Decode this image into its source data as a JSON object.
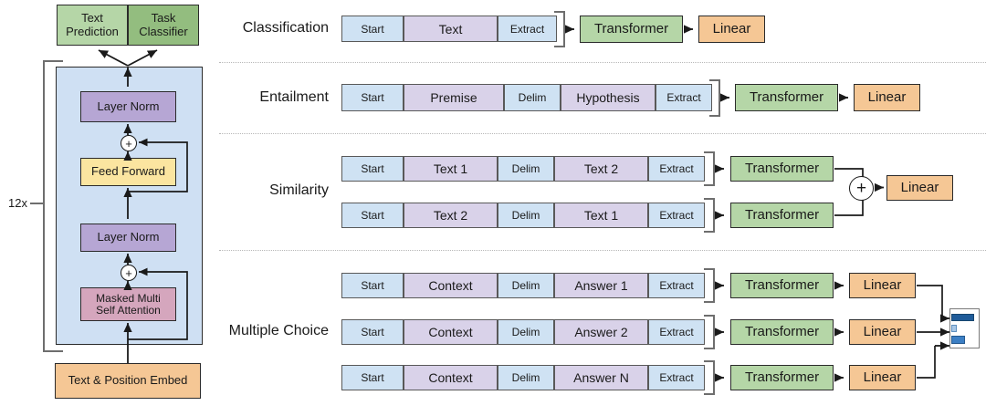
{
  "figure": {
    "title": "GPT input transformations and transformer architecture",
    "colors": {
      "green_light": "#b5d6a7",
      "green_dark": "#93bd7f",
      "purple": "#b6a6d4",
      "purple_light": "#d9d2e9",
      "yellow": "#fbe5a0",
      "pink": "#d5a6bd",
      "orange": "#f5c795",
      "blue_light": "#cfe2f3",
      "blue_panel": "#cfe0f3",
      "bar_dark": "#1f5b99",
      "bar_mid": "#3c7fc4",
      "bar_pale": "#a7c7e7",
      "stroke": "#2b2b2b"
    }
  },
  "architecture": {
    "heads": [
      {
        "label": "Text\nPrediction",
        "line1": "Text",
        "line2": "Prediction",
        "color": "green_light"
      },
      {
        "label": "Task\nClassifier",
        "line1": "Task",
        "line2": "Classifier",
        "color": "green_dark"
      }
    ],
    "repeat_label": "12x",
    "blocks": [
      {
        "label": "Layer Norm",
        "color": "purple"
      },
      {
        "label": "Feed Forward",
        "color": "yellow"
      },
      {
        "label": "Layer Norm",
        "color": "purple"
      },
      {
        "line1": "Masked Multi",
        "line2": "Self Attention",
        "color": "pink"
      }
    ],
    "embedding": {
      "label": "Text & Position Embed",
      "color": "orange"
    },
    "residual_symbol": "+"
  },
  "tasks": [
    {
      "name": "Classification",
      "rows": [
        {
          "segments": [
            {
              "label": "Start",
              "tone": "blue_light",
              "w": 68
            },
            {
              "label": "Text",
              "tone": "purple_light",
              "w": 103
            },
            {
              "label": "Extract",
              "tone": "blue_light",
              "w": 65
            }
          ],
          "transformer": "Transformer",
          "linear": "Linear"
        }
      ]
    },
    {
      "name": "Entailment",
      "rows": [
        {
          "segments": [
            {
              "label": "Start",
              "tone": "blue_light",
              "w": 68
            },
            {
              "label": "Premise",
              "tone": "purple_light",
              "w": 110
            },
            {
              "label": "Delim",
              "tone": "blue_light",
              "w": 62
            },
            {
              "label": "Hypothesis",
              "tone": "purple_light",
              "w": 104
            },
            {
              "label": "Extract",
              "tone": "blue_light",
              "w": 62
            }
          ],
          "transformer": "Transformer",
          "linear": "Linear"
        }
      ]
    },
    {
      "name": "Similarity",
      "combine_symbol": "+",
      "linear": "Linear",
      "rows": [
        {
          "segments": [
            {
              "label": "Start",
              "tone": "blue_light",
              "w": 68
            },
            {
              "label": "Text 1",
              "tone": "purple_light",
              "w": 103
            },
            {
              "label": "Delim",
              "tone": "blue_light",
              "w": 62
            },
            {
              "label": "Text 2",
              "tone": "purple_light",
              "w": 103
            },
            {
              "label": "Extract",
              "tone": "blue_light",
              "w": 62
            }
          ],
          "transformer": "Transformer"
        },
        {
          "segments": [
            {
              "label": "Start",
              "tone": "blue_light",
              "w": 68
            },
            {
              "label": "Text 2",
              "tone": "purple_light",
              "w": 103
            },
            {
              "label": "Delim",
              "tone": "blue_light",
              "w": 62
            },
            {
              "label": "Text 1",
              "tone": "purple_light",
              "w": 103
            },
            {
              "label": "Extract",
              "tone": "blue_light",
              "w": 62
            }
          ],
          "transformer": "Transformer"
        }
      ]
    },
    {
      "name": "Multiple Choice",
      "rows": [
        {
          "segments": [
            {
              "label": "Start",
              "tone": "blue_light",
              "w": 68
            },
            {
              "label": "Context",
              "tone": "purple_light",
              "w": 103
            },
            {
              "label": "Delim",
              "tone": "blue_light",
              "w": 62
            },
            {
              "label": "Answer 1",
              "tone": "purple_light",
              "w": 103
            },
            {
              "label": "Extract",
              "tone": "blue_light",
              "w": 62
            }
          ],
          "transformer": "Transformer",
          "linear": "Linear"
        },
        {
          "segments": [
            {
              "label": "Start",
              "tone": "blue_light",
              "w": 68
            },
            {
              "label": "Context",
              "tone": "purple_light",
              "w": 103
            },
            {
              "label": "Delim",
              "tone": "blue_light",
              "w": 62
            },
            {
              "label": "Answer 2",
              "tone": "purple_light",
              "w": 103
            },
            {
              "label": "Extract",
              "tone": "blue_light",
              "w": 62
            }
          ],
          "transformer": "Transformer",
          "linear": "Linear"
        },
        {
          "segments": [
            {
              "label": "Start",
              "tone": "blue_light",
              "w": 68
            },
            {
              "label": "Context",
              "tone": "purple_light",
              "w": 103
            },
            {
              "label": "Delim",
              "tone": "blue_light",
              "w": 62
            },
            {
              "label": "Answer N",
              "tone": "purple_light",
              "w": 103
            },
            {
              "label": "Extract",
              "tone": "blue_light",
              "w": 62
            }
          ],
          "transformer": "Transformer",
          "linear": "Linear"
        }
      ],
      "output_histogram": {
        "bars": [
          0.88,
          0.14,
          0.52
        ]
      }
    }
  ]
}
